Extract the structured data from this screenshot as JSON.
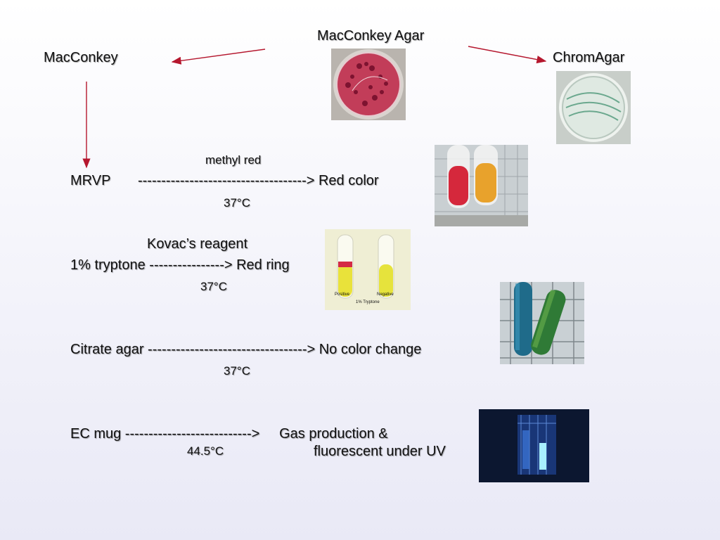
{
  "top": {
    "source_label": "MacConkey Agar",
    "left_branch": "MacConkey",
    "right_branch": "ChromAgar"
  },
  "tests": [
    {
      "reagent": "methyl red",
      "line": "MRVP       ------------------------------------> Red color",
      "temperature": "37°C"
    },
    {
      "reagent": "Kovac’s reagent",
      "line": "1% tryptone ----------------> Red ring",
      "temperature": "37°C"
    },
    {
      "line": "Citrate agar ----------------------------------> No color change",
      "temperature": "37°C"
    },
    {
      "line": "EC mug --------------------------->     Gas production &",
      "line2": "fluorescent under UV",
      "temperature": "44.5°C"
    }
  ],
  "photos": {
    "tryptone_left_label": "Positive",
    "tryptone_right_label": "Negative",
    "tryptone_caption": "1% Tryptone"
  },
  "colors": {
    "arrow": "#b5172e",
    "agar_red": "#c8405e",
    "chrom_green": "#9fc7b6",
    "uv_blue": "#3a72d8"
  }
}
